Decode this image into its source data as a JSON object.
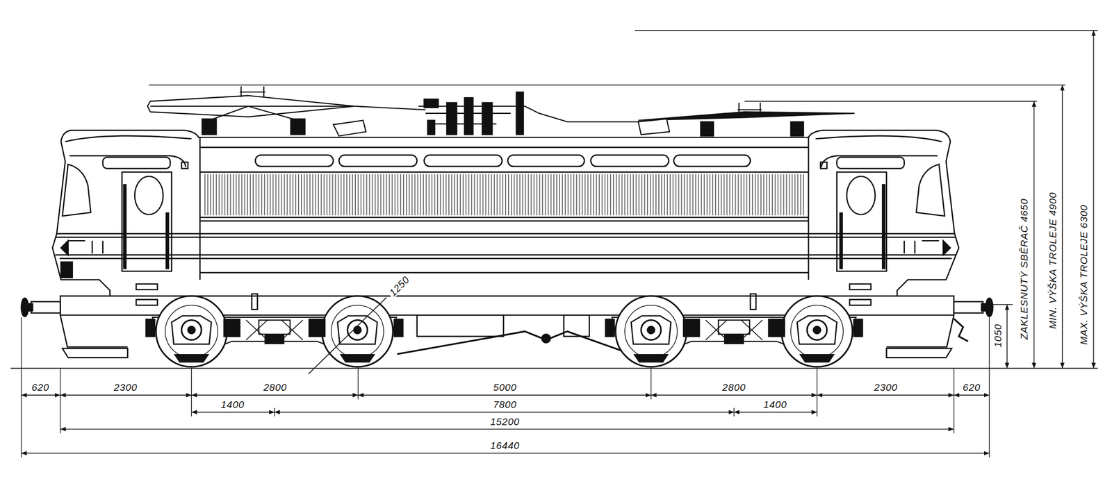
{
  "diagram": {
    "labels": [
      "ZAKLESNUTÝ SBĚRAČ 4650",
      "MIN. VÝŠKA TROLEJE 4900",
      "MAX. VÝŠKA TROLEJE 6300",
      "1250",
      "1050",
      "620",
      "2300",
      "2800",
      "5000",
      "2800",
      "2300",
      "620",
      "1400",
      "7800",
      "1400",
      "15200",
      "16440"
    ]
  }
}
